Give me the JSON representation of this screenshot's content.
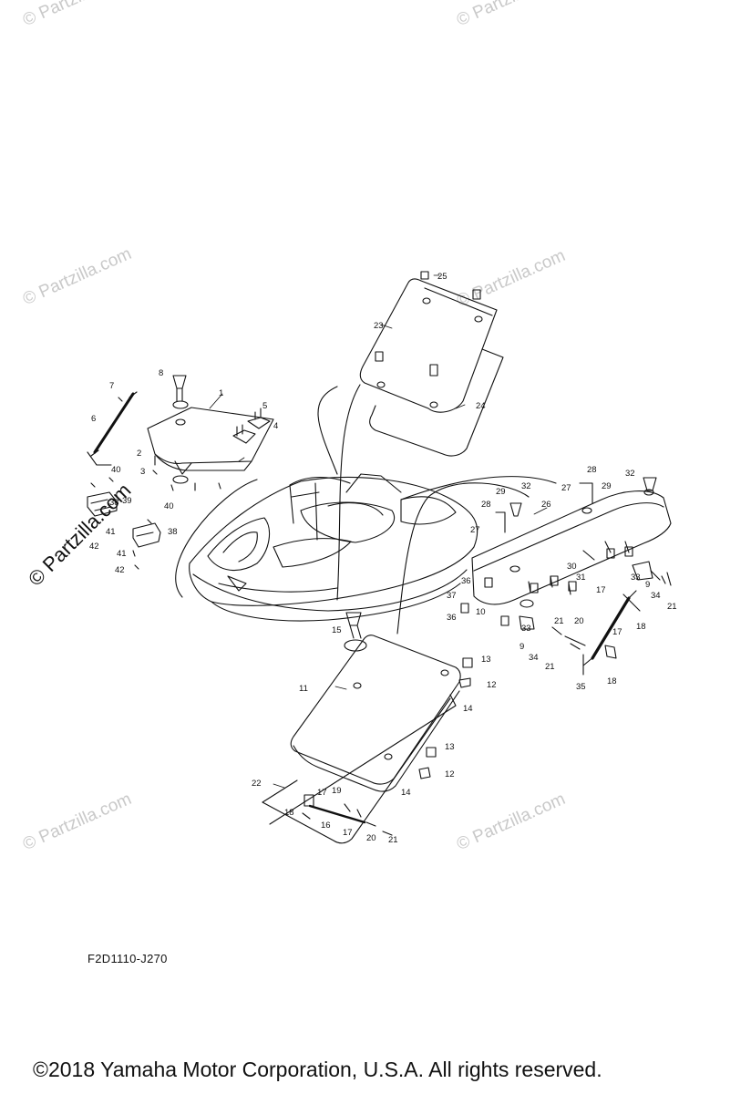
{
  "diagram": {
    "drawing_code": "F2D1110-J270",
    "copyright": "©2018  Yamaha Motor Corporation, U.S.A. All rights reserved.",
    "watermark_text": "© Partzilla.com",
    "watermark_primary": "© Partzilla.com",
    "callouts": [
      {
        "id": "c1",
        "label": "1"
      },
      {
        "id": "c2",
        "label": "2"
      },
      {
        "id": "c3",
        "label": "3"
      },
      {
        "id": "c4",
        "label": "4"
      },
      {
        "id": "c5",
        "label": "5"
      },
      {
        "id": "c6",
        "label": "6"
      },
      {
        "id": "c7",
        "label": "7"
      },
      {
        "id": "c8",
        "label": "8"
      },
      {
        "id": "c9a",
        "label": "9"
      },
      {
        "id": "c9b",
        "label": "9"
      },
      {
        "id": "c10",
        "label": "10"
      },
      {
        "id": "c11",
        "label": "11"
      },
      {
        "id": "c12a",
        "label": "12"
      },
      {
        "id": "c12b",
        "label": "12"
      },
      {
        "id": "c13a",
        "label": "13"
      },
      {
        "id": "c13b",
        "label": "13"
      },
      {
        "id": "c14a",
        "label": "14"
      },
      {
        "id": "c14b",
        "label": "14"
      },
      {
        "id": "c15",
        "label": "15"
      },
      {
        "id": "c16",
        "label": "16"
      },
      {
        "id": "c17a",
        "label": "17"
      },
      {
        "id": "c17b",
        "label": "17"
      },
      {
        "id": "c17c",
        "label": "17"
      },
      {
        "id": "c17d",
        "label": "17"
      },
      {
        "id": "c18a",
        "label": "18"
      },
      {
        "id": "c18b",
        "label": "18"
      },
      {
        "id": "c18c",
        "label": "18"
      },
      {
        "id": "c19",
        "label": "19"
      },
      {
        "id": "c20a",
        "label": "20"
      },
      {
        "id": "c20b",
        "label": "20"
      },
      {
        "id": "c21a",
        "label": "21"
      },
      {
        "id": "c21b",
        "label": "21"
      },
      {
        "id": "c21c",
        "label": "21"
      },
      {
        "id": "c21d",
        "label": "21"
      },
      {
        "id": "c22",
        "label": "22"
      },
      {
        "id": "c23",
        "label": "23"
      },
      {
        "id": "c24",
        "label": "24"
      },
      {
        "id": "c25",
        "label": "25"
      },
      {
        "id": "c26",
        "label": "26"
      },
      {
        "id": "c27a",
        "label": "27"
      },
      {
        "id": "c27b",
        "label": "27"
      },
      {
        "id": "c28a",
        "label": "28"
      },
      {
        "id": "c28b",
        "label": "28"
      },
      {
        "id": "c29a",
        "label": "29"
      },
      {
        "id": "c29b",
        "label": "29"
      },
      {
        "id": "c30",
        "label": "30"
      },
      {
        "id": "c31",
        "label": "31"
      },
      {
        "id": "c32a",
        "label": "32"
      },
      {
        "id": "c32b",
        "label": "32"
      },
      {
        "id": "c33a",
        "label": "33"
      },
      {
        "id": "c33b",
        "label": "33"
      },
      {
        "id": "c34a",
        "label": "34"
      },
      {
        "id": "c34b",
        "label": "34"
      },
      {
        "id": "c35",
        "label": "35"
      },
      {
        "id": "c36a",
        "label": "36"
      },
      {
        "id": "c36b",
        "label": "36"
      },
      {
        "id": "c37",
        "label": "37"
      },
      {
        "id": "c38a",
        "label": "38"
      },
      {
        "id": "c38b",
        "label": "38"
      },
      {
        "id": "c39",
        "label": "39"
      },
      {
        "id": "c40a",
        "label": "40"
      },
      {
        "id": "c40b",
        "label": "40"
      },
      {
        "id": "c41a",
        "label": "41"
      },
      {
        "id": "c41b",
        "label": "41"
      },
      {
        "id": "c42a",
        "label": "42"
      },
      {
        "id": "c42b",
        "label": "42"
      }
    ]
  }
}
